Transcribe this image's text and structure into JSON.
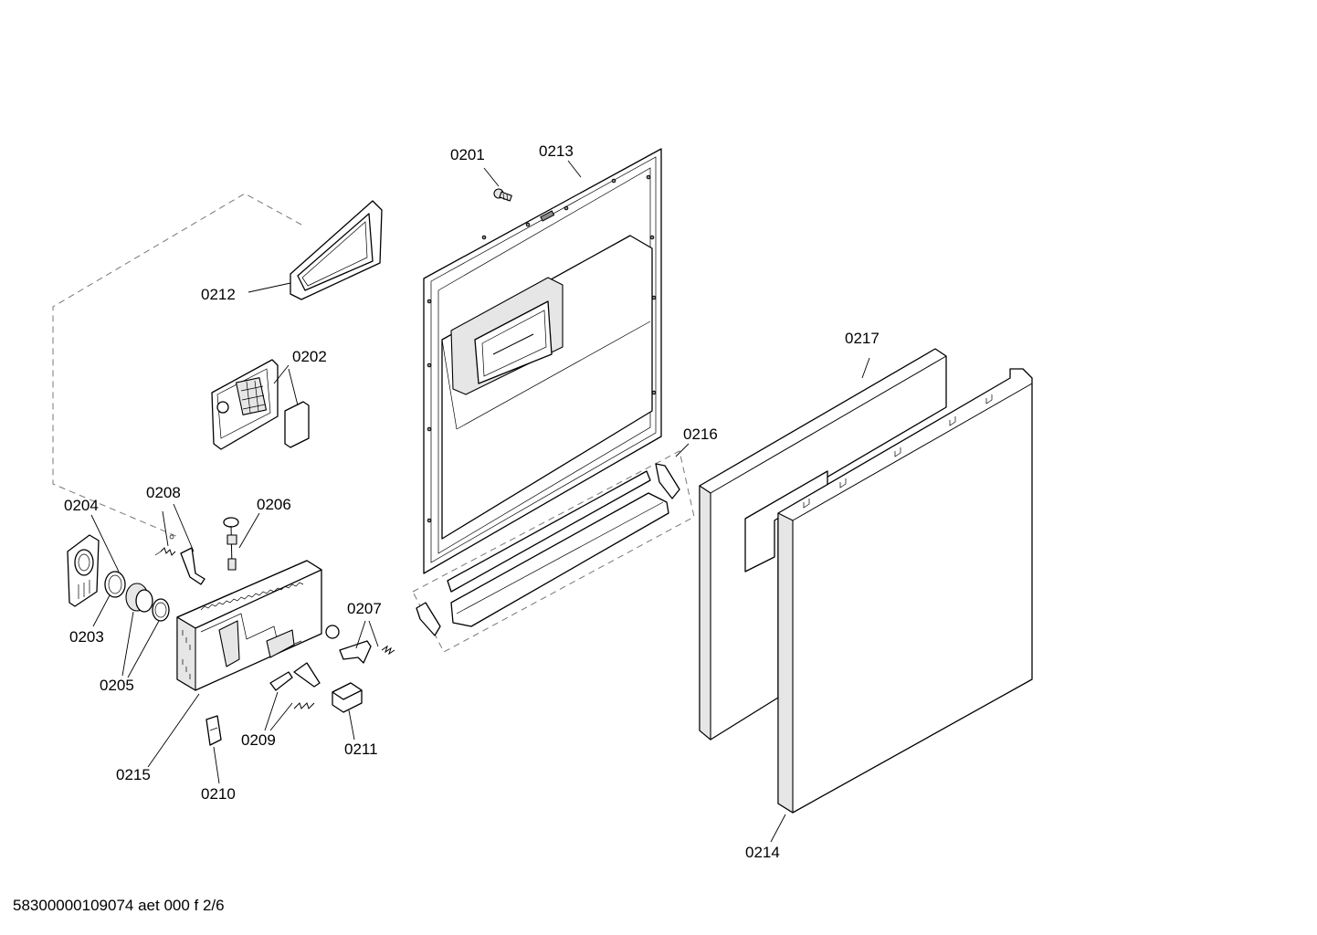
{
  "document": {
    "reference": "58300000109074 aet 000 f 2/6"
  },
  "parts": [
    {
      "id": "0201",
      "label": "0201"
    },
    {
      "id": "0202",
      "label": "0202"
    },
    {
      "id": "0203",
      "label": "0203"
    },
    {
      "id": "0204",
      "label": "0204"
    },
    {
      "id": "0205",
      "label": "0205"
    },
    {
      "id": "0206",
      "label": "0206"
    },
    {
      "id": "0207",
      "label": "0207"
    },
    {
      "id": "0208",
      "label": "0208"
    },
    {
      "id": "0209",
      "label": "0209"
    },
    {
      "id": "0210",
      "label": "0210"
    },
    {
      "id": "0211",
      "label": "0211"
    },
    {
      "id": "0212",
      "label": "0212"
    },
    {
      "id": "0213",
      "label": "0213"
    },
    {
      "id": "0214",
      "label": "0214"
    },
    {
      "id": "0215",
      "label": "0215"
    },
    {
      "id": "0216",
      "label": "0216"
    },
    {
      "id": "0217",
      "label": "0217"
    }
  ]
}
